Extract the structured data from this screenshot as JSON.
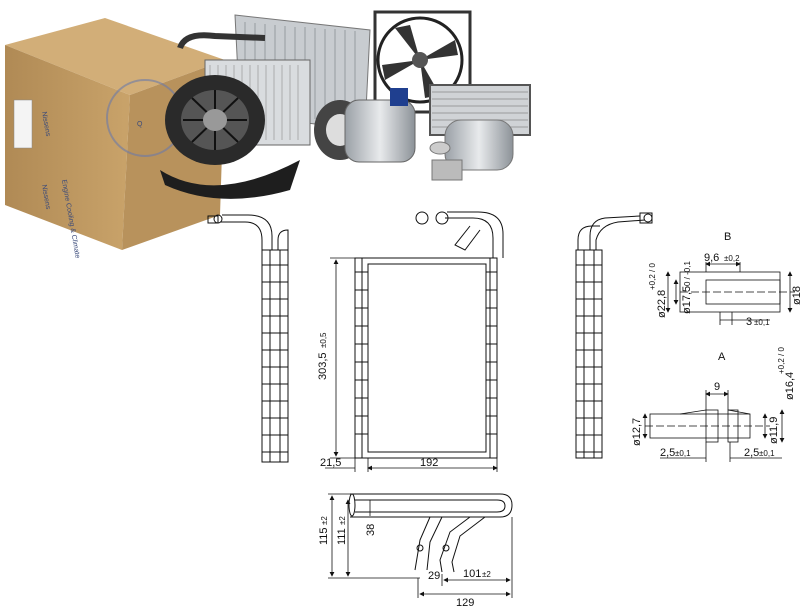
{
  "brand": {
    "name": "Nissens"
  },
  "box_label": {
    "seal_text": "Q",
    "side_text": "Engine Cooling & Climate"
  },
  "dimensions": {
    "height": "303,5",
    "height_tol": "±0,5",
    "width": "192",
    "offset": "21,5",
    "depth_total": "115",
    "depth_total_tol": "±2",
    "depth_inner": "111",
    "depth_inner_tol": "±2",
    "pipe_spacing": "38",
    "bottom_total": "129",
    "bottom_right": "101",
    "bottom_right_tol": "±2",
    "bottom_left": "29"
  },
  "detail_b": {
    "label": "B",
    "d1": "ø22,8",
    "d1_tol": "+0,2 / 0",
    "d2": "ø17,5",
    "d2_tol": "0 / -0,1",
    "d3": "ø18",
    "len": "9,6",
    "len_tol": "±0,2",
    "gap": "3",
    "gap_tol": "±0,1"
  },
  "detail_a": {
    "label": "A",
    "d1": "ø16,4",
    "d1_tol": "+0,2 / 0",
    "d2": "ø11,9",
    "d3": "ø12,7",
    "w": "9",
    "left": "2,5",
    "left_tol": "±0,1",
    "right": "2,5",
    "right_tol": "±0,1"
  }
}
